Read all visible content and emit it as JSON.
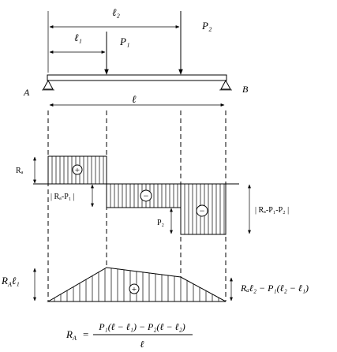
{
  "beam": {
    "support_left": "A",
    "support_right": "B",
    "dim_l2": "ℓ₂",
    "dim_l1": "ℓ₁",
    "dim_l": "ℓ",
    "load_p1": "P₁",
    "load_p2": "P₂"
  },
  "shear": {
    "ra": "Rₐ",
    "ra_minus_p1": "| Rₐ-P₁ |",
    "p2": "P₂",
    "ra_minus_p1_p2": "| Rₐ-P₁-P₂ |",
    "sign_positive": "+",
    "sign_negative": "−"
  },
  "moment": {
    "left_value_base": "R",
    "left_value_sub": "A",
    "left_value_tail": "ℓ₁",
    "right_value": "Rₐℓ₂ − P₁(ℓ₂ − ℓ₁)",
    "sign_positive": "+"
  },
  "formula": {
    "lhs_base": "R",
    "lhs_sub": "A",
    "eq": "=",
    "numerator": "P₁(ℓ − ℓ₁) − P₂(ℓ − ℓ₂)",
    "denominator": "ℓ"
  }
}
